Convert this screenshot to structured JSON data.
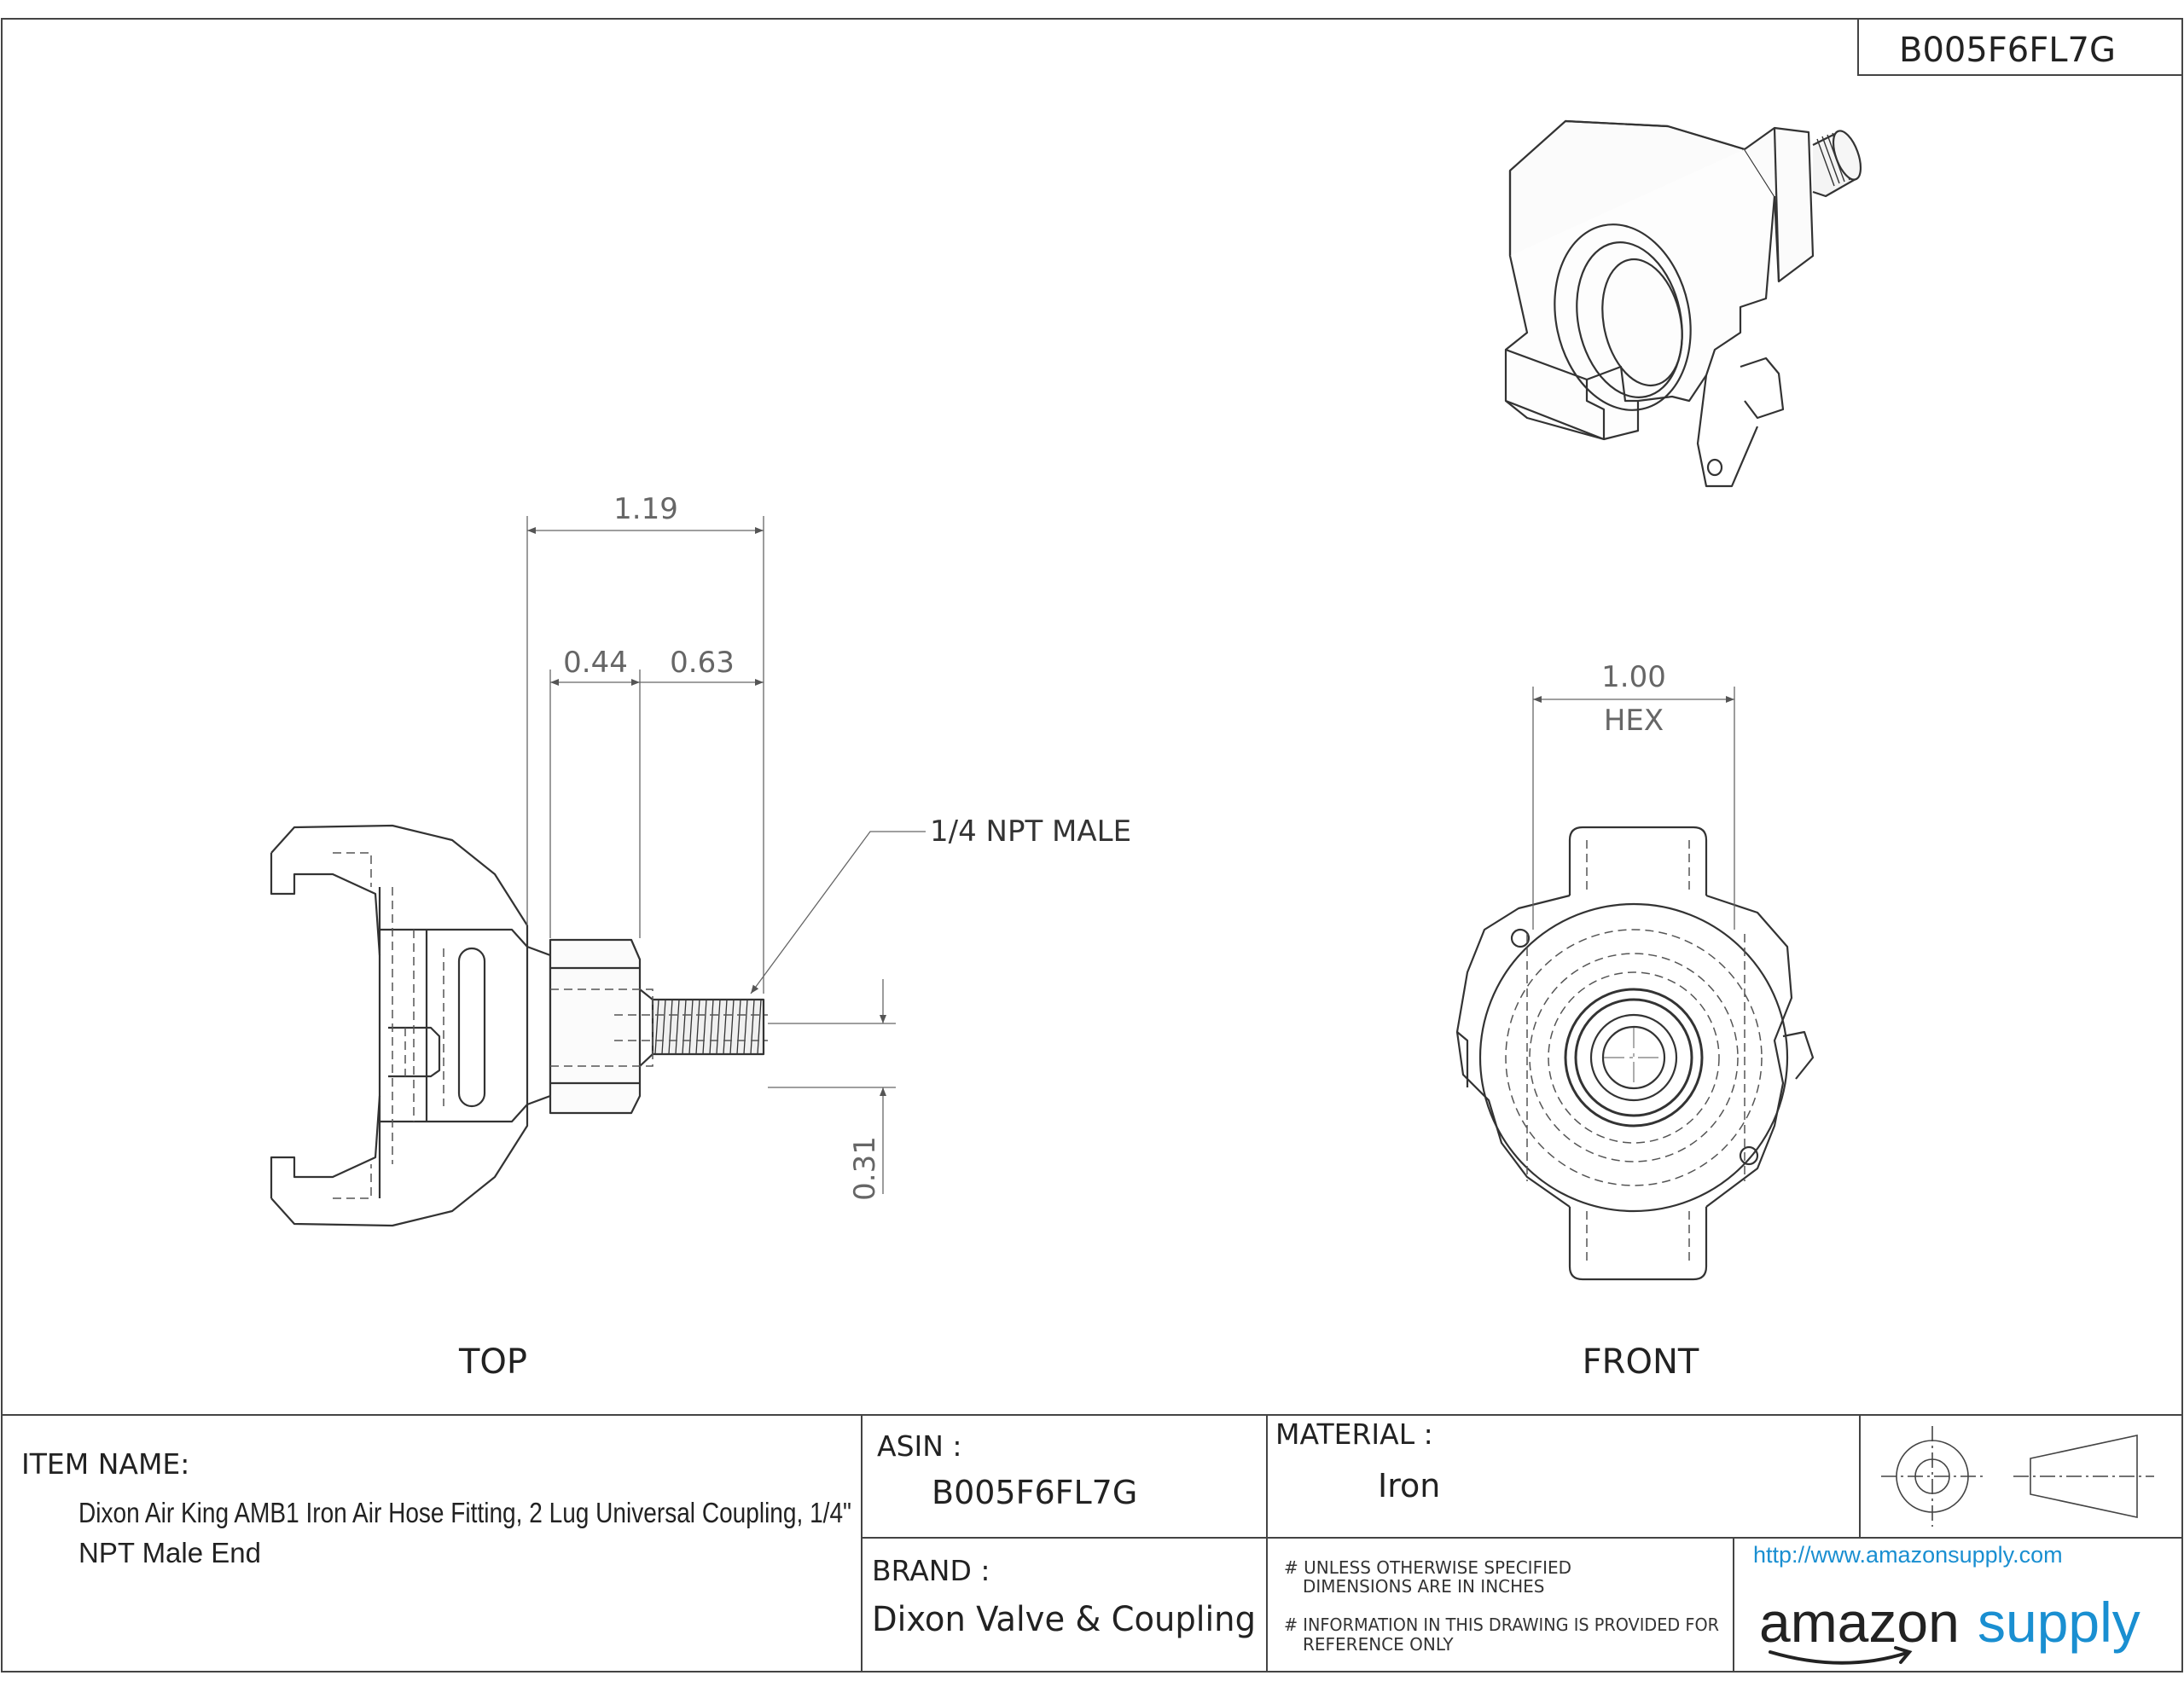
{
  "sheet": {
    "part_number": "B005F6FL7G"
  },
  "views": {
    "top_label": "TOP",
    "front_label": "FRONT"
  },
  "dimensions": {
    "overall_length": "1.19",
    "body_length": "0.44",
    "thread_length": "0.63",
    "thread_diameter": "0.31",
    "hex_size": "1.00",
    "hex_label": "HEX",
    "thread_callout": "1/4 NPT MALE"
  },
  "title_block": {
    "item_name_label": "ITEM NAME:",
    "item_name_line1": "Dixon Air King AMB1 Iron Air Hose Fitting, 2 Lug Universal Coupling, 1/4\"",
    "item_name_line2": "NPT Male End",
    "asin_label": "ASIN :",
    "asin_value": "B005F6FL7G",
    "material_label": "MATERIAL :",
    "material_value": "Iron",
    "brand_label": "BRAND :",
    "brand_value": "Dixon Valve & Coupling",
    "note1_line1": "# UNLESS OTHERWISE SPECIFIED",
    "note1_line2": "DIMENSIONS ARE IN INCHES",
    "note2_line1": "# INFORMATION IN THIS DRAWING IS PROVIDED FOR",
    "note2_line2": "REFERENCE ONLY",
    "url": "http://www.amazonsupply.com",
    "logo_word1": "amazon",
    "logo_word2": "supply"
  },
  "colors": {
    "line": "#333333",
    "dim_line": "#666666",
    "logo_blue": "#1a8fd1",
    "logo_dark": "#222222"
  }
}
